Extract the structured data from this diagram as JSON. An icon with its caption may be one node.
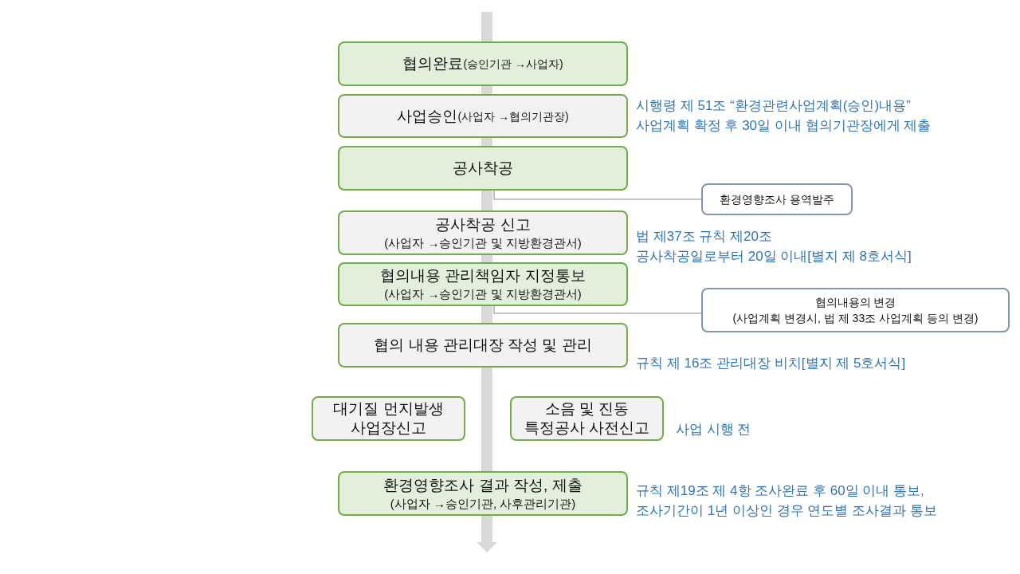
{
  "diagram": {
    "nodes": [
      {
        "text": [
          "협의완료",
          "(승인기관 →사업자)"
        ]
      },
      {
        "text": [
          "사업승인",
          "(사업자 →협의기관장)"
        ],
        "beside": [
          "시행령 제 51조 “환경관련사업계획(승인)내용”",
          "사업계획 확정 후 30일 이내 협의기관장에게 제출"
        ]
      },
      {
        "text": [
          "공사착공"
        ]
      },
      {
        "text": [
          "환경영향조사 용역발주"
        ]
      },
      {
        "text": [
          "공사착공 신고",
          "(사업자 →승인기관 및 지방환경관서)"
        ],
        "beside": [
          "법 제37조 규칙 제20조",
          "공사착공일로부터 20일 이내[별지 제 8호서식]"
        ]
      },
      {
        "text": [
          "협의내용 관리책임자 지정통보",
          "(사업자 →승인기관 및 지방환경관서)"
        ]
      },
      {
        "text": [
          "협의내용의 변경",
          "(사업계획 변경시, 법 제 33조 사업계획 등의 변경)"
        ]
      },
      {
        "text": [
          "협의 내용 관리대장 작성 및 관리"
        ],
        "beside": [
          "규칙 제 16조 관리대장 비치[별지 제 5호서식]"
        ]
      },
      {
        "text": [
          "대기질 먼지발생 사업장신고"
        ]
      },
      {
        "text": [
          "소음 및 진동 특정공사 사전신고"
        ],
        "beside": [
          "사업 시행 전"
        ]
      },
      {
        "text": [
          "환경영향조사 결과 작성, 제출",
          "(사업자 →승인기관, 사후관리기관)"
        ],
        "beside": [
          "규칙 제19조 제 4항 조사완료 후 60일 이내 통보,",
          "조사기간이 1년 이상인 경우 연도별 조사결과 통보"
        ]
      }
    ],
    "edges": [
      {
        "from": 3,
        "to": 2,
        "arrow": "none",
        "color": "#a5b1c2"
      },
      {
        "from": 6,
        "to": 5,
        "arrow": "none",
        "color": "#a5b1c2"
      },
      {
        "from": null,
        "to": 0,
        "arrow": "none",
        "style": "thick"
      },
      {
        "from": 0,
        "to": 1,
        "arrow": "none",
        "style": "thick"
      },
      {
        "from": 1,
        "to": 2,
        "arrow": "none",
        "style": "thick"
      },
      {
        "from": 2,
        "to": 4,
        "arrow": "none",
        "style": "thick"
      },
      {
        "from": 4,
        "to": 5,
        "arrow": "none",
        "style": "thick"
      },
      {
        "from": 5,
        "to": 7,
        "arrow": "none",
        "style": "thick"
      },
      {
        "from": 7,
        "to": 10,
        "arrow": "none",
        "style": "thick"
      },
      {
        "from": 10,
        "to": null,
        "arrow": "to",
        "style": "thick"
      }
    ]
  }
}
